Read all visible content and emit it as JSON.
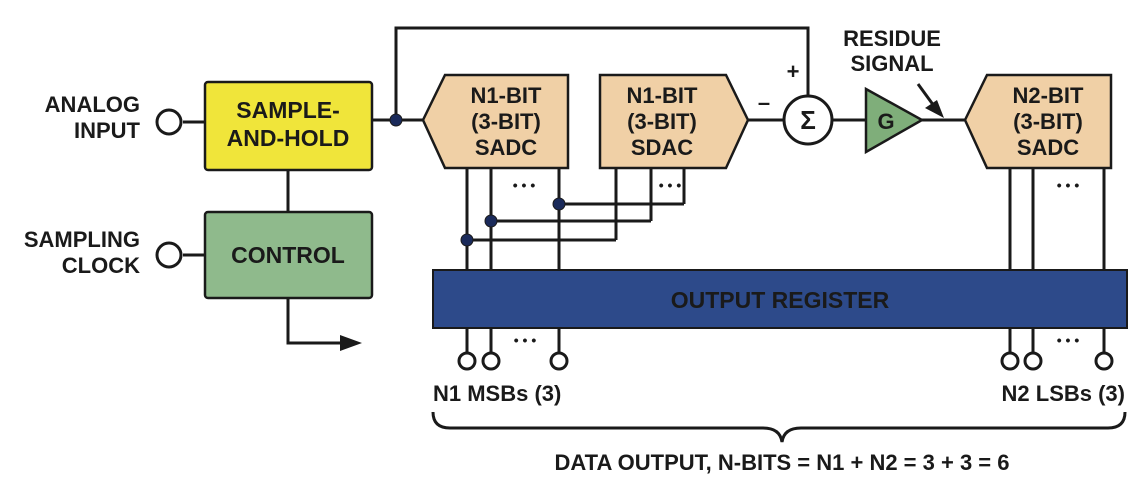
{
  "labels": {
    "analog_input_line1": "ANALOG",
    "analog_input_line2": "INPUT",
    "sampling_clock_line1": "SAMPLING",
    "sampling_clock_line2": "CLOCK",
    "sample_hold_line1": "SAMPLE-",
    "sample_hold_line2": "AND-HOLD",
    "control": "CONTROL",
    "sadc1_line1": "N1-BIT",
    "sadc1_line2": "(3-BIT)",
    "sadc1_line3": "SADC",
    "sdac_line1": "N1-BIT",
    "sdac_line2": "(3-BIT)",
    "sdac_line3": "SDAC",
    "sadc2_line1": "N2-BIT",
    "sadc2_line2": "(3-BIT)",
    "sadc2_line3": "SADC",
    "residue_line1": "RESIDUE",
    "residue_line2": "SIGNAL",
    "sum_symbol": "Σ",
    "plus_sign": "+",
    "minus_sign": "–",
    "gain": "G",
    "output_register": "OUTPUT REGISTER",
    "ellipsis": "• • •",
    "msbs": "N1 MSBs (3)",
    "lsbs": "N2 LSBs (3)",
    "data_output": "DATA OUTPUT, N-BITS = N1 + N2 = 3 + 3 = 6"
  },
  "colors": {
    "sample_hold_fill": "#f0e53a",
    "control_fill": "#8fba8c",
    "converter_fill": "#f0d0a6",
    "gain_fill": "#7fae7a",
    "register_fill": "#2d4a8a",
    "register_text": "#ffffff",
    "line": "#1a1a1a",
    "node": "#1a2a5a"
  }
}
